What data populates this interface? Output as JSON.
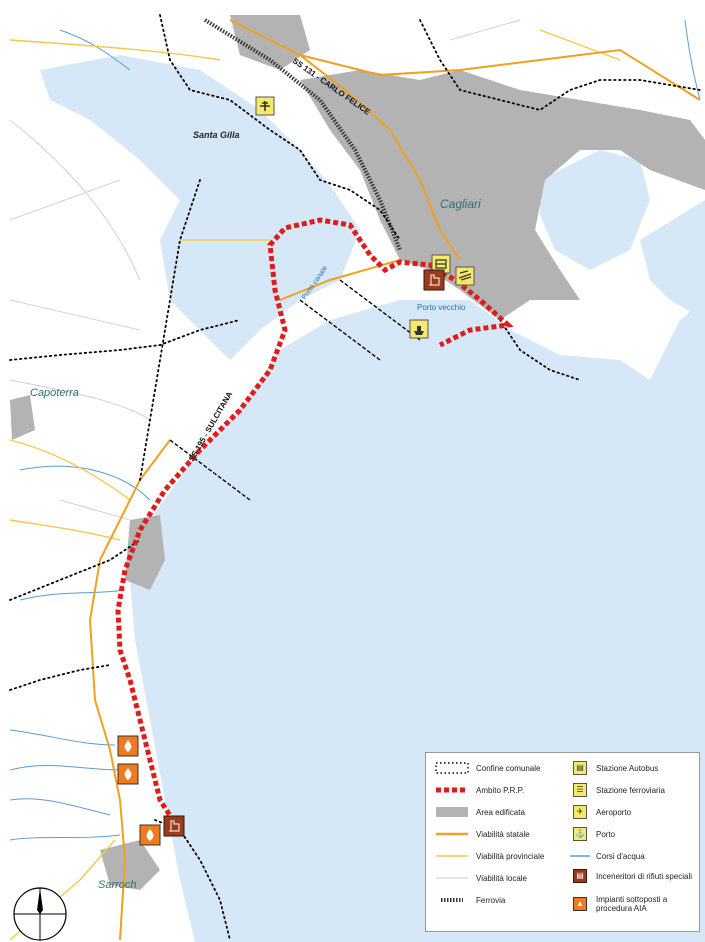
{
  "places": {
    "cagliari": "Cagliari",
    "santa_gilla": "Santa Gilla",
    "capoterra": "Capoterra",
    "sarroch": "Sarroch",
    "porto_vecchio": "Porto vecchio",
    "porto_canale": "Porto canale"
  },
  "roads": {
    "ss131": "SS 131 - CARLO FELICE",
    "ss195": "SS 195 - SULCITANA"
  },
  "legend": {
    "left": [
      {
        "label": "Confine comunale",
        "symbol": "boundary"
      },
      {
        "label": "Ambito P.R.P.",
        "symbol": "prp"
      },
      {
        "label": "Area edificata",
        "symbol": "built"
      },
      {
        "label": "Viabilità statale",
        "symbol": "state-road"
      },
      {
        "label": "Viabilità provinciale",
        "symbol": "provincial-road"
      },
      {
        "label": "Viabilità locale",
        "symbol": "local-road"
      },
      {
        "label": "Ferrovia",
        "symbol": "railway"
      }
    ],
    "right": [
      {
        "label": "Stazione Autobus",
        "symbol": "bus-icon"
      },
      {
        "label": "Stazione ferroviaria",
        "symbol": "train-icon"
      },
      {
        "label": "Aeroporto",
        "symbol": "airplane-icon"
      },
      {
        "label": "Porto",
        "symbol": "ship-icon"
      },
      {
        "label": "Corsi d'acqua",
        "symbol": "river"
      },
      {
        "label": "Inceneritori di rifiuti speciali",
        "symbol": "incinerator-icon"
      },
      {
        "label": "Impianti sottoposti a procedura AIA",
        "symbol": "flame-icon"
      }
    ]
  },
  "colors": {
    "sea": "#d6e8f7",
    "built": "#b3b3b3",
    "state_road": "#f0a020",
    "provincial_road": "#f6c84a",
    "local_road": "#c8c8c8",
    "river": "#5b9bd5",
    "prp": "#e01b1b",
    "boundary": "#000000",
    "place_label": "#2f6f73"
  }
}
